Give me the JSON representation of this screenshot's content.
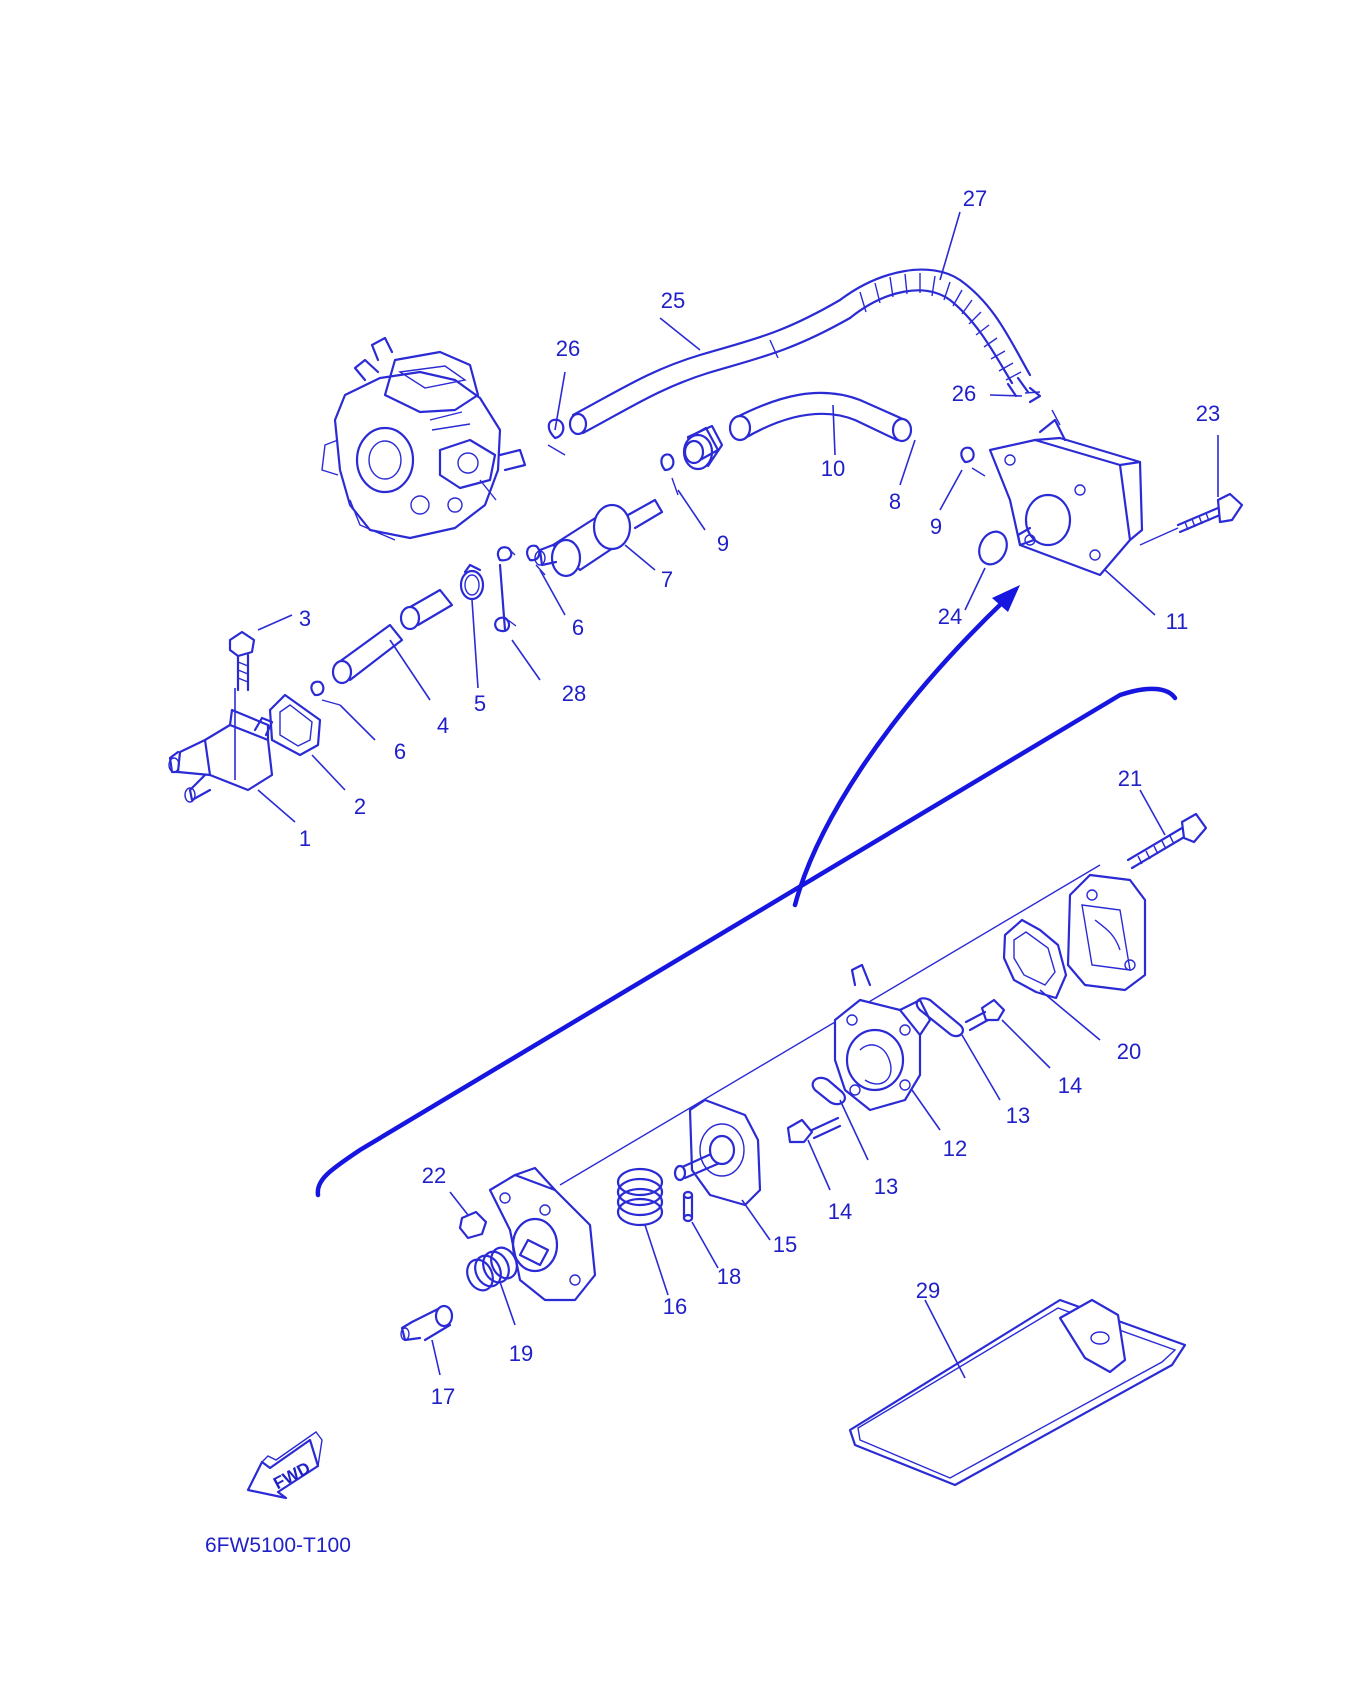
{
  "diagram": {
    "drawing_code": "6FW5100-T100",
    "direction_label": "FWD",
    "colors": {
      "line": "#2b2bd6",
      "text": "#2020c8",
      "background": "#ffffff"
    },
    "callouts": {
      "c1": "1",
      "c2": "2",
      "c3": "3",
      "c4": "4",
      "c5": "5",
      "c6a": "6",
      "c6b": "6",
      "c7": "7",
      "c8": "8",
      "c9a": "9",
      "c9b": "9",
      "c10": "10",
      "c11": "11",
      "c12": "12",
      "c13a": "13",
      "c13b": "13",
      "c14a": "14",
      "c14b": "14",
      "c15": "15",
      "c16": "16",
      "c17": "17",
      "c18": "18",
      "c19": "19",
      "c20": "20",
      "c21": "21",
      "c22": "22",
      "c23": "23",
      "c24": "24",
      "c25": "25",
      "c26a": "26",
      "c26b": "26",
      "c27": "27",
      "c28": "28",
      "c29": "29"
    }
  }
}
